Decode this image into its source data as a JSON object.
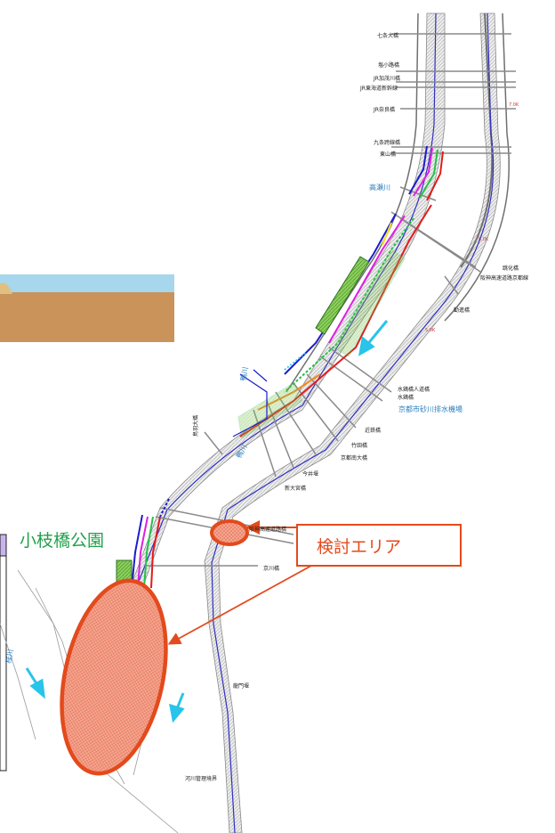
{
  "labels": {
    "bridge_shichijo": "七条大橋",
    "bridge_shiokoji": "塩小路橋",
    "bridge_jr_kamogawa": "JR加茂川橋",
    "bridge_jr_tokaido": "JR東海道新幹線",
    "bridge_jr_nara": "JR奈良橋",
    "bridge_kujo": "九条跨線橋",
    "bridge_higashiyama": "東山橋",
    "river_takase": "高瀬川",
    "bridge_tokka": "跳化橋",
    "hanshin_kyoto": "阪神高速道路京都線",
    "bridge_dou": "勧進橋",
    "bridge_suimei_jindo": "水鶏橋人道橋",
    "bridge_suimei": "水鶏橋",
    "pump_station": "京都市砂川排水機場",
    "bridge_kintetsu": "近鉄橋",
    "bridge_takeda": "竹田橋",
    "bridge_kyoto_minami": "京都南大橋",
    "bridge_imai": "今井堰",
    "bridge_shin_omiya": "新大宮橋",
    "bridge_toba": "鳥羽大橋",
    "river_kamo": "鴨川",
    "river_nishi": "鴨川",
    "hanshin_bridge": "阪神高速道路橋",
    "bridge_kyo": "京川橋",
    "river_katsura": "桂川",
    "ryumon": "龍門堰",
    "boundary": "河川管理境界",
    "park": "小枝橋公園",
    "study_area": "検討エリア",
    "km_7": "7.0K",
    "km_6": "6.0K",
    "km_5": "5.0K"
  },
  "colors": {
    "river_fill": "#c9c9c9",
    "water": "#a7d7ec",
    "soil": "#c9935a",
    "flow_arrow": "#28c4ea",
    "study_area": "#e34a1c",
    "park_green": "#7cc24a",
    "route_red": "#e31b1b",
    "route_blue": "#1b1bd0",
    "route_magenta": "#e020e0",
    "route_green": "#22c14a",
    "route_yellow": "#f0e020",
    "route_orange": "#f08a1c",
    "lavender": "#c8b4ec"
  }
}
